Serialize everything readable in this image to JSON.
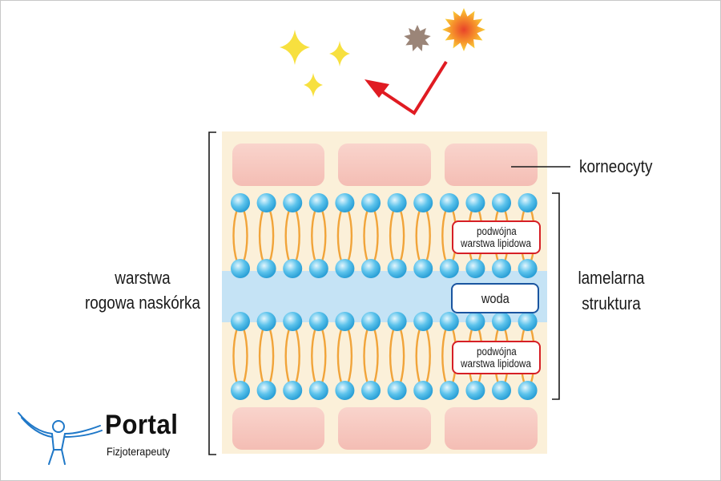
{
  "labels": {
    "korneocyty": "korneocyty",
    "warstwa_line1": "warstwa",
    "warstwa_line2": "rogowa naskórka",
    "lamelarna_line1": "lamelarna",
    "lamelarna_line2": "struktura",
    "bilayer_top_line1": "podwójna",
    "bilayer_top_line2": "warstwa lipidowa",
    "water": "woda",
    "bilayer_bottom_line1": "podwójna",
    "bilayer_bottom_line2": "warstwa lipidowa"
  },
  "logo": {
    "title": "Portal",
    "subtitle": "Fizjoterapeuty"
  },
  "structure": {
    "corneocyte_rows": 2,
    "corneocytes_per_row": 3,
    "lipid_heads_per_row": 12
  },
  "colors": {
    "background_block": "#fbf0d9",
    "corneocyte": "#f7c9c1",
    "water_band": "#c5e3f5",
    "lipid_head": "#5cc3ec",
    "lipid_tail": "#f1a43a",
    "sparkle": "#f7e03f",
    "arrow": "#e01b22",
    "bilayer_tag_border": "#d61f26",
    "water_tag_border": "#1a55a0",
    "logo_figure": "#1f78c8"
  }
}
